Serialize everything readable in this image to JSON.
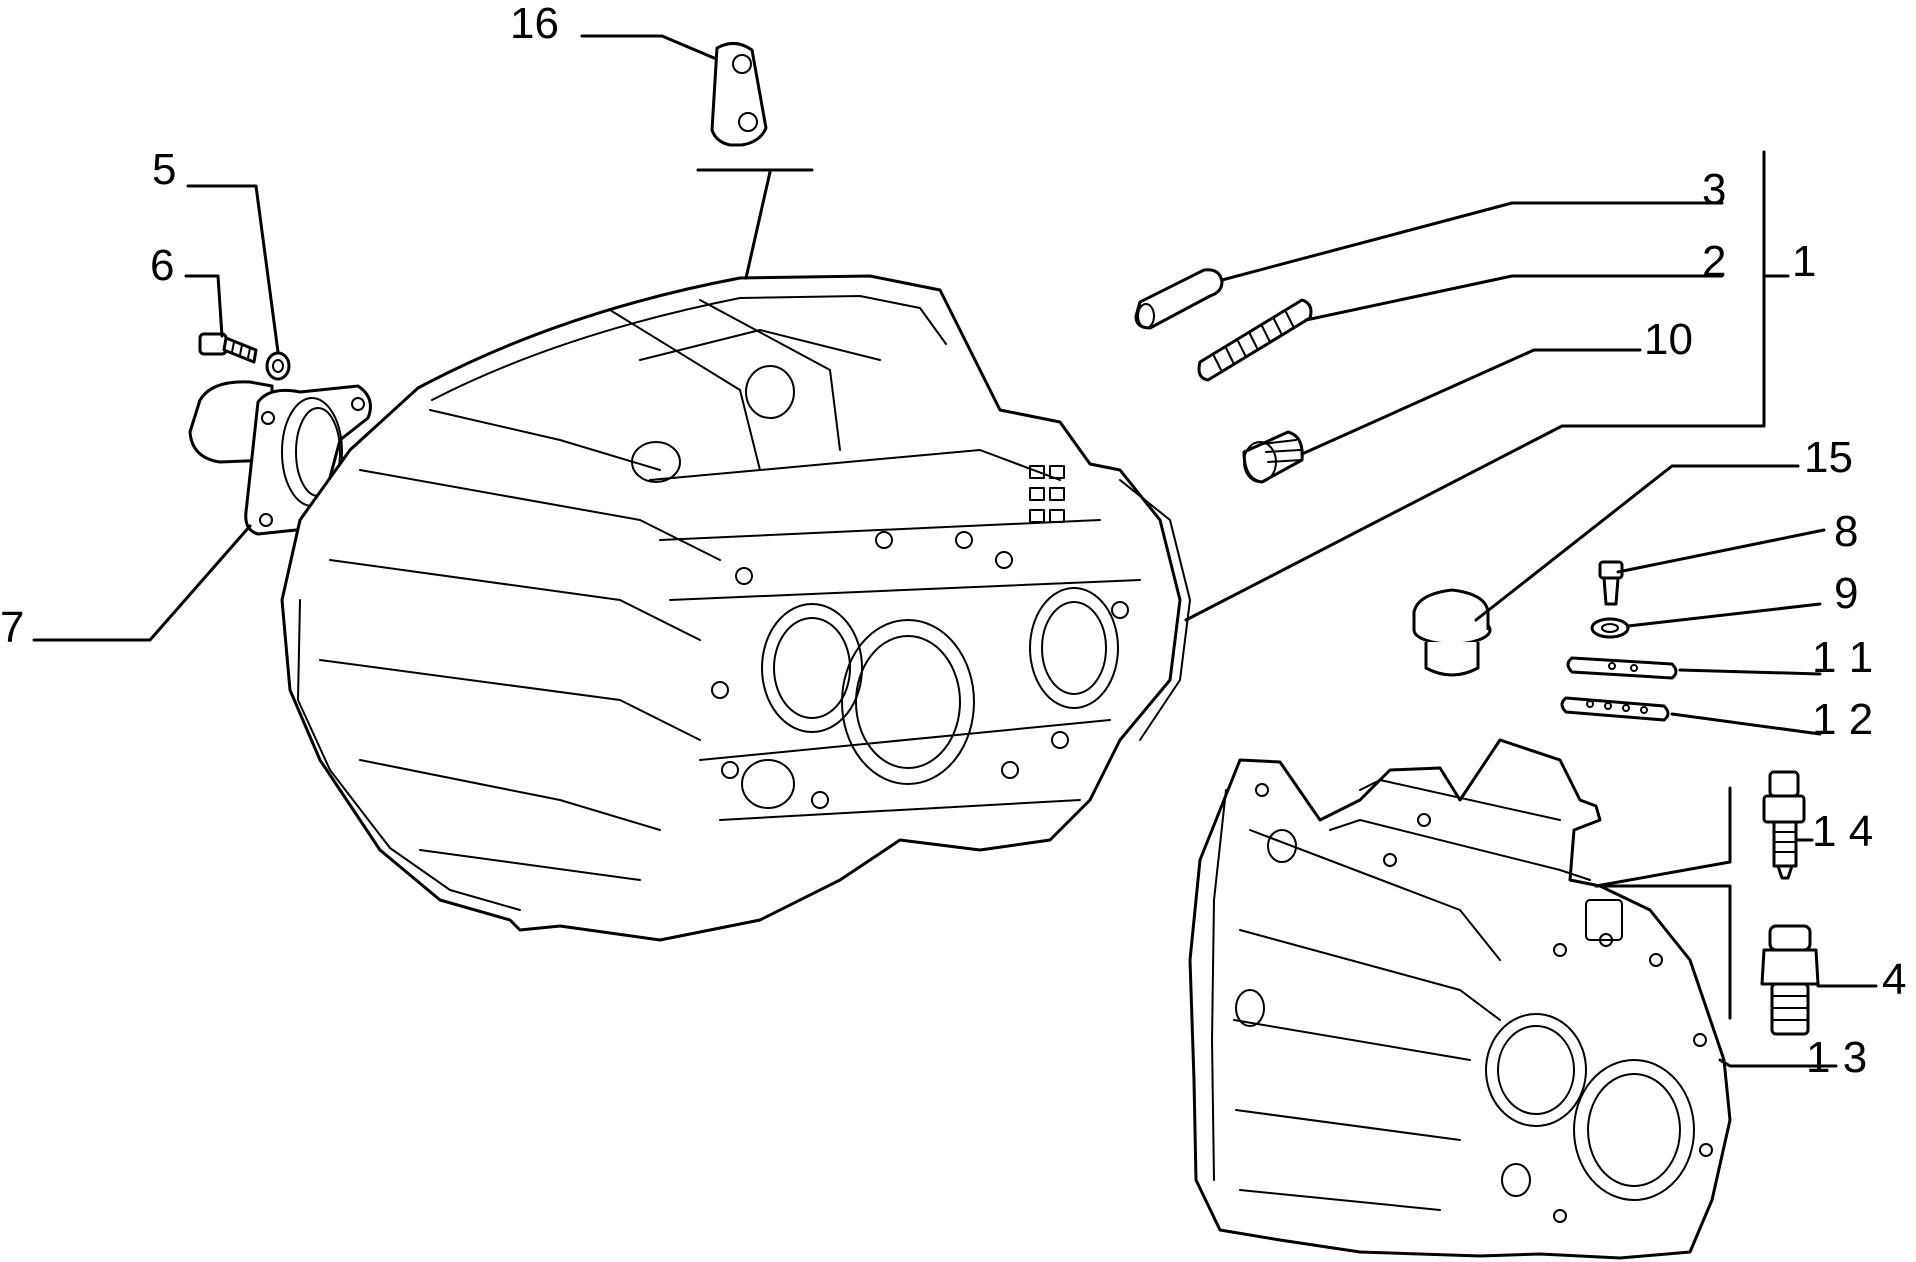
{
  "callouts": {
    "c1": "1",
    "c2": "2",
    "c3": "3",
    "c4": "4",
    "c5": "5",
    "c6": "6",
    "c7": "7",
    "c8": "8",
    "c9": "9",
    "c10": "10",
    "c11": "1 1",
    "c12": "1 2",
    "c13": "1 3",
    "c14": "1 4",
    "c15": "15",
    "c16": "16"
  }
}
